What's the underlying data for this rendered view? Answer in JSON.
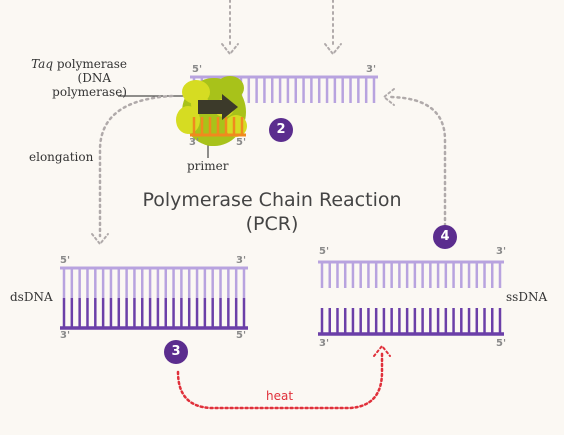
{
  "title": {
    "line1": "Polymerase Chain Reaction",
    "line2": "(PCR)"
  },
  "labels": {
    "taq_italic": "Taq",
    "taq_rest": " polymerase",
    "taq_line2": "(DNA",
    "taq_line3": "polymerase)",
    "primer": "primer",
    "elongation": "elongation",
    "dsdna": "dsDNA",
    "ssdna": "ssDNA",
    "heat": "heat"
  },
  "ends": {
    "top_strand_5": "5'",
    "top_strand_3": "3'",
    "primer_3": "3'",
    "primer_5": "5'",
    "ds_left_top": "5'",
    "ds_right_top": "3'",
    "ds_left_bottom": "3'",
    "ds_right_bottom": "5'",
    "ss_left_top": "5'",
    "ss_right_top": "3'",
    "ss_left_bottom": "3'",
    "ss_right_bottom": "5'"
  },
  "steps": {
    "two": "2",
    "three": "3",
    "four": "4"
  },
  "colors": {
    "light_strand": "#b8a3df",
    "dark_strand": "#6b3fa8",
    "badge": "#5b2d8e",
    "arrow_gray": "#b0aaaa",
    "heat_red": "#e0303a",
    "polymerase_green": "#a8c21a",
    "polymerase_yellow": "#d6dc22",
    "primer_orange": "#f08a1e",
    "arrow_dark": "#3c3a2a"
  }
}
